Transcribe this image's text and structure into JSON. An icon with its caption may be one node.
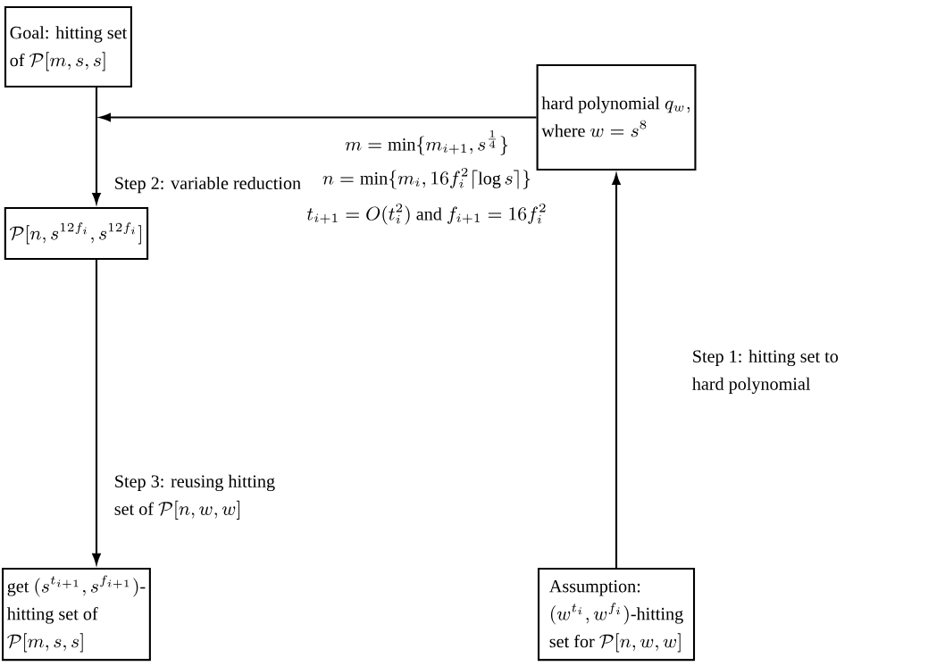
{
  "diagram": {
    "nodes": [
      {
        "text": [
          "\\begin{array}{l}\\text{Goal: hitting set}\\\\ \\text{of }\\mathcal{P}[m,s,s]\\end{array}"
        ]
      },
      {
        "text": [
          "\\begin{array}{l}\\text{hard polynomial }q_w,\\\\ \\text{where }w=s^8\\end{array}"
        ]
      },
      {
        "text": [
          "\\mathcal{P}[n,s^{12f_i},s^{12f_i}]"
        ]
      },
      {
        "text": [
          "\\begin{array}{l}\\text{get }(s^{t_{i+1}},s^{f_{i+1}})\\text{-}\\\\ \\text{hitting set of}\\\\ \\mathcal{P}[m,s,s]\\end{array}"
        ]
      },
      {
        "text": [
          "\\begin{array}{l}\\text{Assumption:}\\\\ (w^{t_i},w^{f_i})\\text{-hitting}\\\\ \\text{set for }\\mathcal{P}[n,w,w]\\end{array}"
        ]
      }
    ],
    "edges": [
      {
        "from": 0,
        "to": 2,
        "arrow": "to",
        "label": "Step 2: variable reduction"
      },
      {
        "from": 1,
        "to": null,
        "arrow": "to"
      },
      {
        "from": 2,
        "to": 3,
        "arrow": "to",
        "label": "\\begin{array}{l}\\text{Step 3: reusing hitting}\\\\ \\text{set of }\\mathcal{P}[n,w,w]\\end{array}"
      },
      {
        "from": 4,
        "to": 1,
        "arrow": "to",
        "label": "\\begin{array}{l}\\text{Step 1: hitting set to}\\\\ \\text{hard polynomial}\\end{array}"
      }
    ],
    "labels": [
      "m=\\min\\{m_{i+1},s^{\\frac{1}{4}}\\}",
      "n=\\min\\{m_i,16f_i^2\\lceil\\log s\\rceil\\}",
      "t_{i+1}=O(t_i^2)\\text{ and }f_{i+1}=16f_i^2"
    ]
  }
}
